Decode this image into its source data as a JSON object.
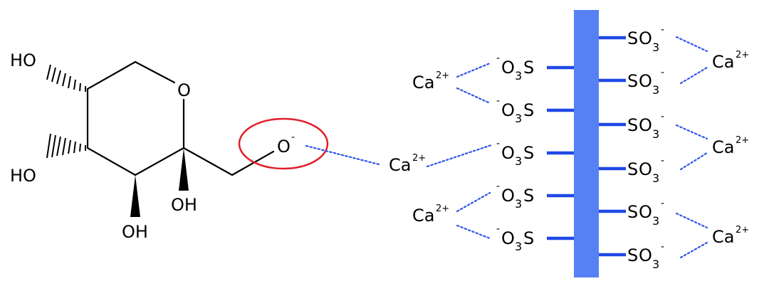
{
  "molecule": {
    "ho_top": "HO",
    "ring_oxygen": "O",
    "ho_mid": "HO",
    "oh_right": "OH",
    "oh_bottom": "OH",
    "alkoxide_o": "O",
    "alkoxide_charge": "-"
  },
  "calcium": {
    "symbol": "Ca",
    "charge": "2+"
  },
  "sulfonate": {
    "charge": "-",
    "s": "S",
    "o": "O",
    "subscript": "3"
  },
  "colors": {
    "backbone": "#5681f5",
    "stub": "#1f48e6",
    "dotted": "#2d55e8",
    "highlight_ring": "#e0202a"
  }
}
